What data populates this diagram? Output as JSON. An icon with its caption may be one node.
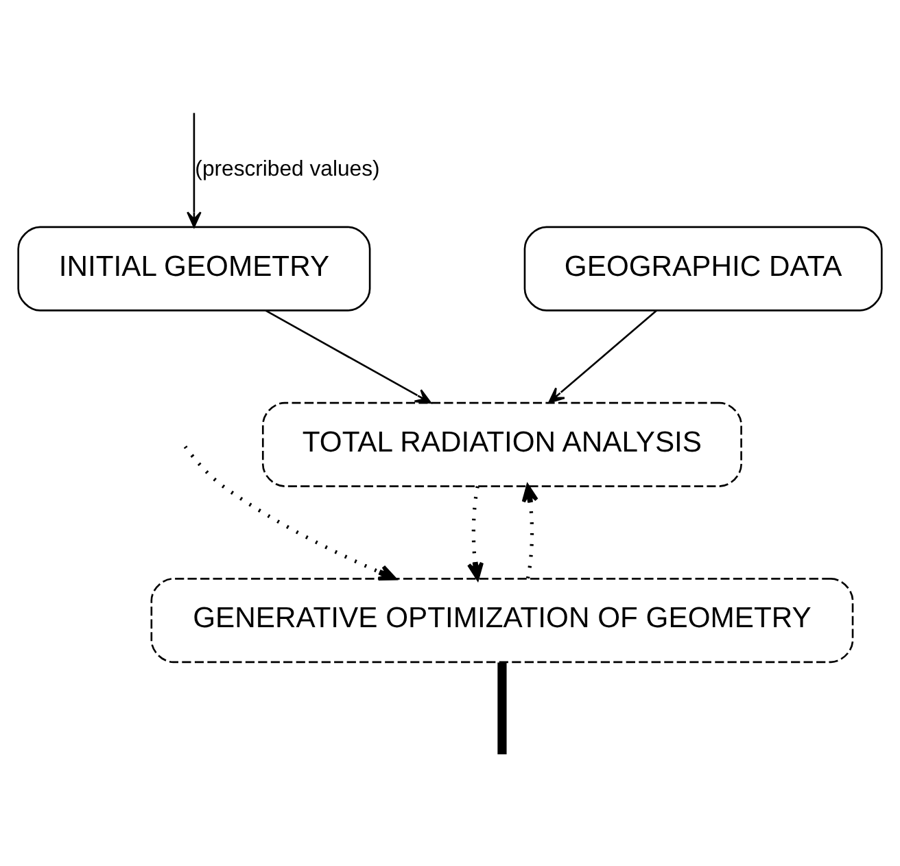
{
  "diagram": {
    "nodes": [
      {
        "text": [
          "INITIAL GEOMETRY"
        ]
      },
      {
        "text": [
          "GEOGRAPHIC DATA"
        ]
      },
      {
        "text": [
          "TOTAL RADIATION ANALYSIS"
        ]
      },
      {
        "text": [
          "GENERATIVE OPTIMIZATION OF GEOMETRY"
        ]
      }
    ],
    "edges": [
      {
        "from": null,
        "to": 0,
        "arrow": "to",
        "label": "(prescribed values)"
      },
      {
        "from": 0,
        "to": 2,
        "arrow": "to"
      },
      {
        "from": 1,
        "to": 2,
        "arrow": "to"
      },
      {
        "from": 2,
        "to": 3,
        "arrow": "to",
        "style": "dashed"
      },
      {
        "from": 3,
        "to": 2,
        "arrow": "to",
        "style": "dashed"
      },
      {
        "from": null,
        "to": 3,
        "arrow": "to",
        "style": "dashed"
      },
      {
        "from": 3,
        "to": null,
        "arrow": "none",
        "style": "thick"
      }
    ]
  }
}
